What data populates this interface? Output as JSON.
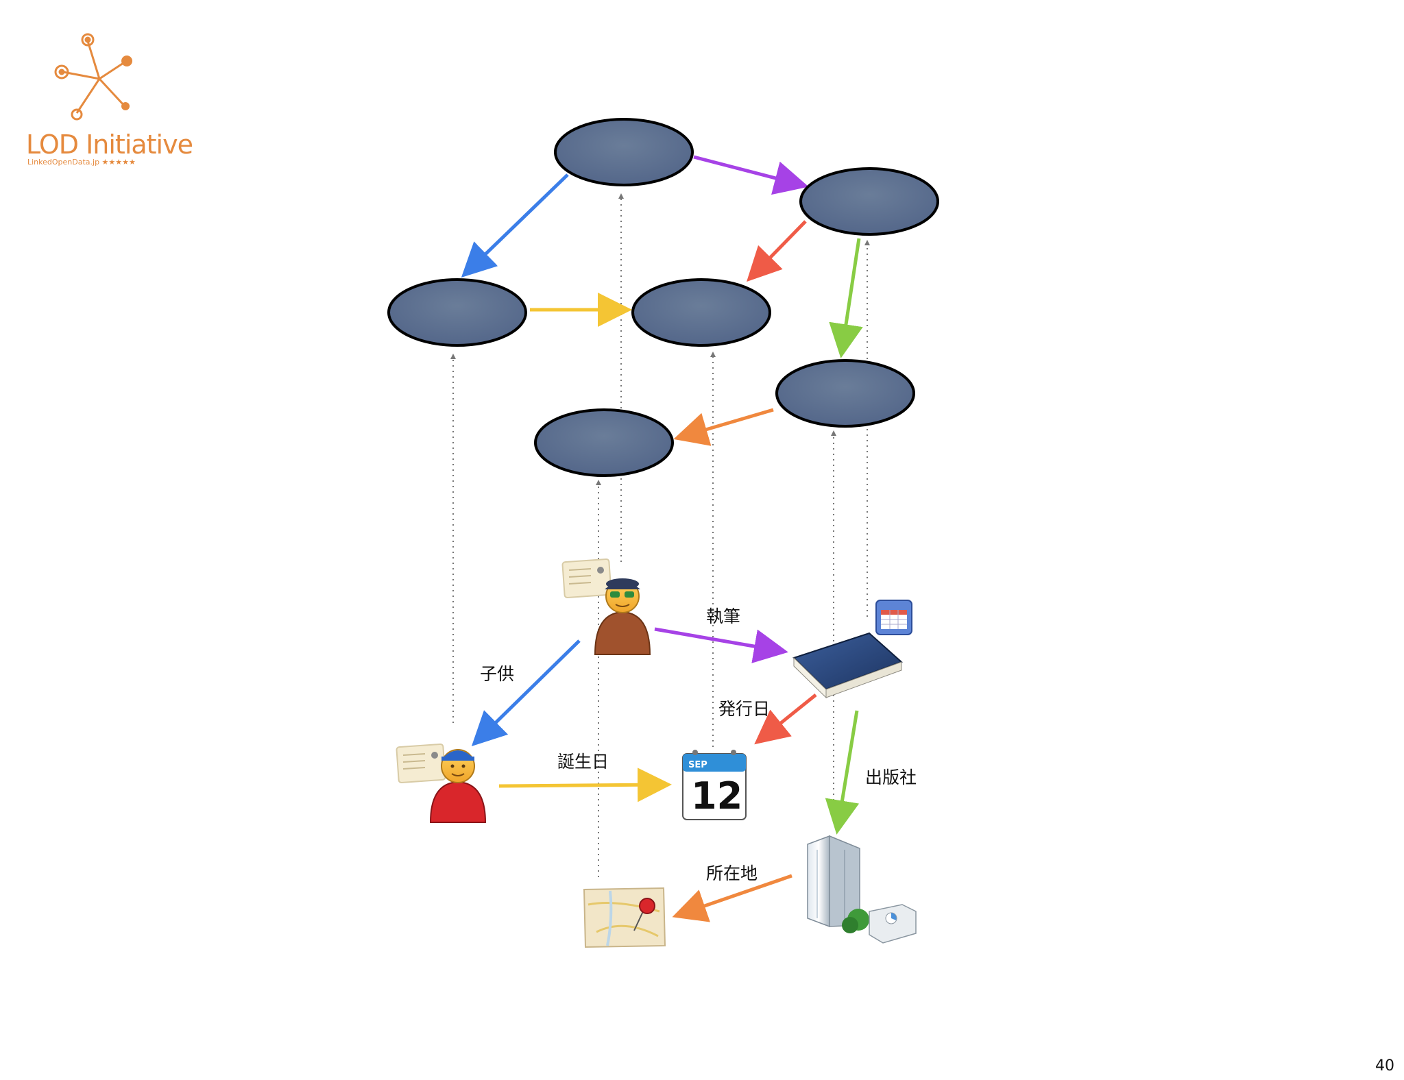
{
  "logo": {
    "name": "LOD Initiative",
    "subtitle": "LinkedOpenData.jp ★★★★★"
  },
  "colors": {
    "node_fill": "#5c6f8c",
    "node_stroke": "#000000",
    "purple": "#a642e6",
    "blue": "#3b7ee8",
    "red": "#ef5b47",
    "yellow": "#f4c534",
    "green": "#88cc44",
    "orange": "#f0883e",
    "dotted": "#777777",
    "logo_orange": "#e58a3e"
  },
  "icons": {
    "author": "author-person-icon",
    "child": "child-person-icon",
    "book": "book-icon",
    "date": "calendar-icon",
    "publisher": "building-icon",
    "place": "map-pin-icon"
  },
  "calendar": {
    "month": "SEP",
    "day": "12"
  },
  "relations": {
    "writes": "執筆",
    "child": "子供",
    "issue_date": "発行日",
    "birth_date": "誕生日",
    "publisher": "出版社",
    "location": "所在地"
  },
  "page_number": "40"
}
